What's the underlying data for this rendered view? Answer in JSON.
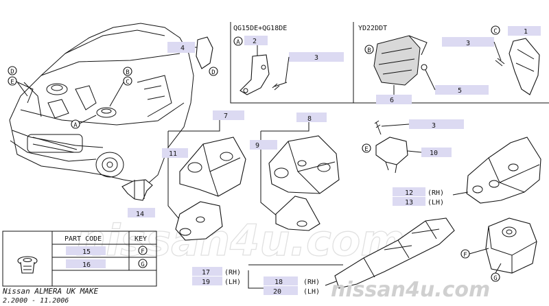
{
  "sections": {
    "engine_a": "QG15DE+QG18DE",
    "engine_b": "YD22DDT"
  },
  "callouts": {
    "c1": "1",
    "c2": "2",
    "c3a": "3",
    "c3b": "3",
    "c3c": "3",
    "c4": "4",
    "c5": "5",
    "c6": "6",
    "c7": "7",
    "c8": "8",
    "c9": "9",
    "c10": "10",
    "c11": "11",
    "c12": "12",
    "c13": "13",
    "c14": "14",
    "c17": "17",
    "c18": "18",
    "c19": "19",
    "c20": "20",
    "rh1": "(RH)",
    "lh1": "(LH)",
    "rh2": "(RH)",
    "lh2": "(LH)",
    "rh3": "(RH)",
    "lh3": "(LH)"
  },
  "keys": {
    "A": "A",
    "B": "B",
    "C": "C",
    "D": "D",
    "E": "E",
    "F": "F",
    "G": "G"
  },
  "table": {
    "header_part": "PART CODE",
    "header_key": "KEY",
    "rows": [
      {
        "code": "15",
        "key": "F"
      },
      {
        "code": "16",
        "key": "G"
      }
    ]
  },
  "footer": {
    "model": "Nissan ALMERA UK MAKE",
    "period": "2.2000 - 11.2006"
  },
  "watermark": {
    "center": "nissan4u.com",
    "corner": "nissan4u.com"
  }
}
